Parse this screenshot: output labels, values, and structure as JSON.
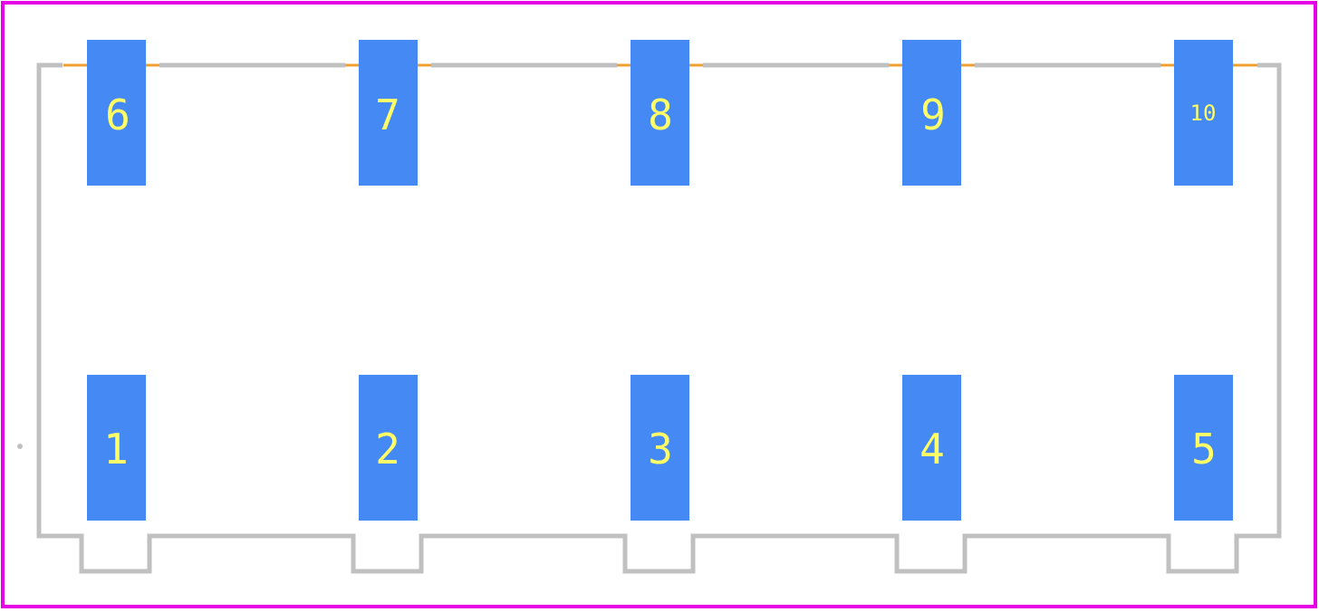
{
  "colors": {
    "background": "#ffffff",
    "courtyard": "#e600e6",
    "silkscreen": "#c0c0c0",
    "assembly": "#f0a030",
    "pad": "#4589f5",
    "pad_label": "#ffff66"
  },
  "pads": {
    "top": [
      {
        "number": "6"
      },
      {
        "number": "7"
      },
      {
        "number": "8"
      },
      {
        "number": "9"
      },
      {
        "number": "10"
      }
    ],
    "bottom": [
      {
        "number": "1"
      },
      {
        "number": "2"
      },
      {
        "number": "3"
      },
      {
        "number": "4"
      },
      {
        "number": "5"
      }
    ]
  }
}
